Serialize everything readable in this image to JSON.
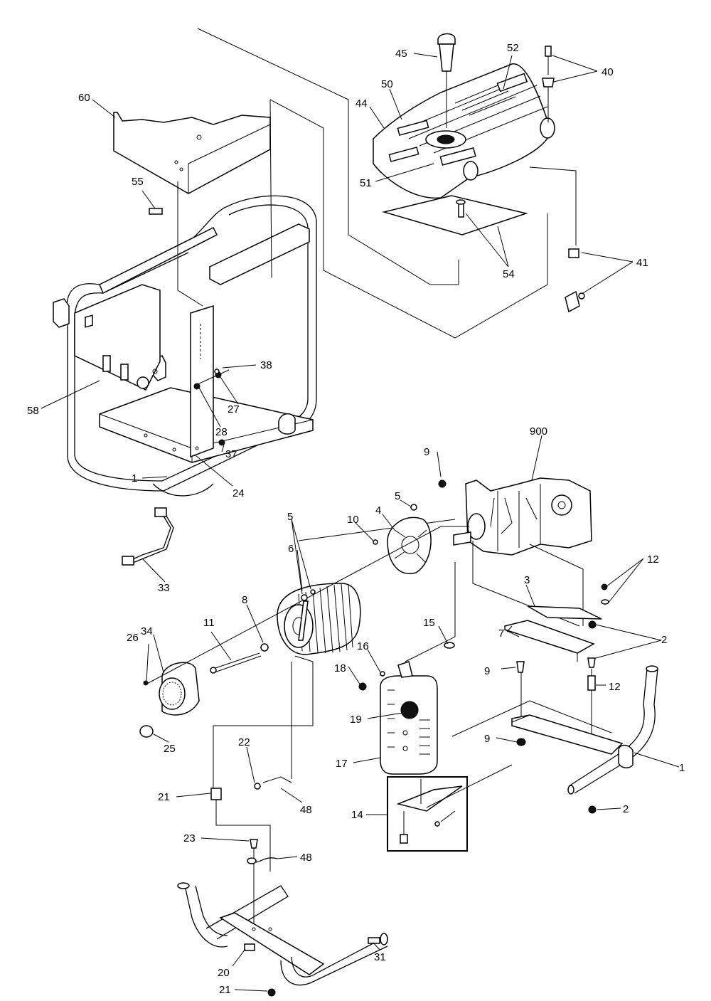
{
  "labels": {
    "l60": "60",
    "l45": "45",
    "l52": "52",
    "l40": "40",
    "l50": "50",
    "l44": "44",
    "l55": "55",
    "l51": "51",
    "l54": "54",
    "l41": "41",
    "l38": "38",
    "l27": "27",
    "l58": "58",
    "l28": "28",
    "l37": "37",
    "l1a": "1",
    "l24": "24",
    "l900": "900",
    "l9a": "9",
    "l5a": "5",
    "l4": "4",
    "l10": "10",
    "l5b": "5",
    "l12a": "12",
    "l6": "6",
    "l33": "33",
    "l3": "3",
    "l8": "8",
    "l34": "34",
    "l11": "11",
    "l15": "15",
    "l7": "7",
    "l2a": "2",
    "l26": "26",
    "l16": "16",
    "l18": "18",
    "l9b": "9",
    "l12b": "12",
    "l19": "19",
    "l25": "25",
    "l9c": "9",
    "l22": "22",
    "l17": "17",
    "l1b": "1",
    "l21a": "21",
    "l48a": "48",
    "l14": "14",
    "l2b": "2",
    "l23": "23",
    "l48b": "48",
    "l20": "20",
    "l31": "31",
    "l21b": "21"
  }
}
